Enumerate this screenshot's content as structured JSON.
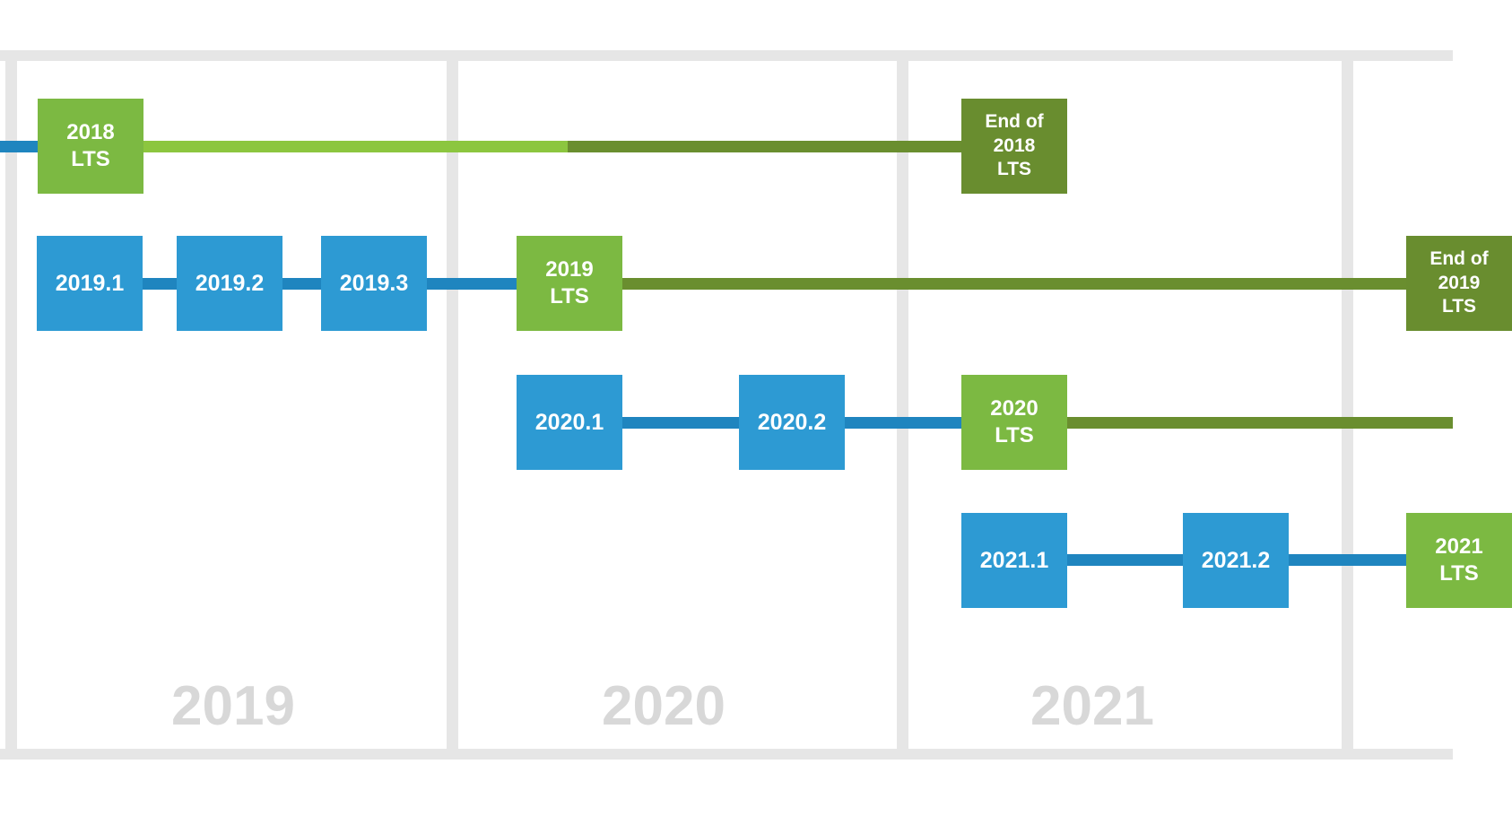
{
  "palette": {
    "release_blue_box": "#2d9ad3",
    "release_blue_line": "#1f85bf",
    "lts_green_box": "#7cb942",
    "lts_support_line_light": "#8cc63f",
    "lts_support_line_dark": "#6a8e2f",
    "end_of_lts_green_box": "#698d2f",
    "grid_band_gray": "#e6e6e6",
    "year_label_gray": "#d8d8d8",
    "box_text_color": "#ffffff"
  },
  "timeline": {
    "years": [
      {
        "label": "2019"
      },
      {
        "label": "2020"
      },
      {
        "label": "2021"
      }
    ],
    "nodes": [
      {
        "label": "2018\nLTS",
        "type": "lts"
      },
      {
        "label": "End of\n2018\nLTS",
        "type": "end-of-lts"
      },
      {
        "label": "2019.1",
        "type": "release"
      },
      {
        "label": "2019.2",
        "type": "release"
      },
      {
        "label": "2019.3",
        "type": "release"
      },
      {
        "label": "2019\nLTS",
        "type": "lts"
      },
      {
        "label": "End of\n2019\nLTS",
        "type": "end-of-lts"
      },
      {
        "label": "2020.1",
        "type": "release"
      },
      {
        "label": "2020.2",
        "type": "release"
      },
      {
        "label": "2020\nLTS",
        "type": "lts"
      },
      {
        "label": "2021.1",
        "type": "release"
      },
      {
        "label": "2021.2",
        "type": "release"
      },
      {
        "label": "2021\nLTS",
        "type": "lts"
      }
    ]
  }
}
